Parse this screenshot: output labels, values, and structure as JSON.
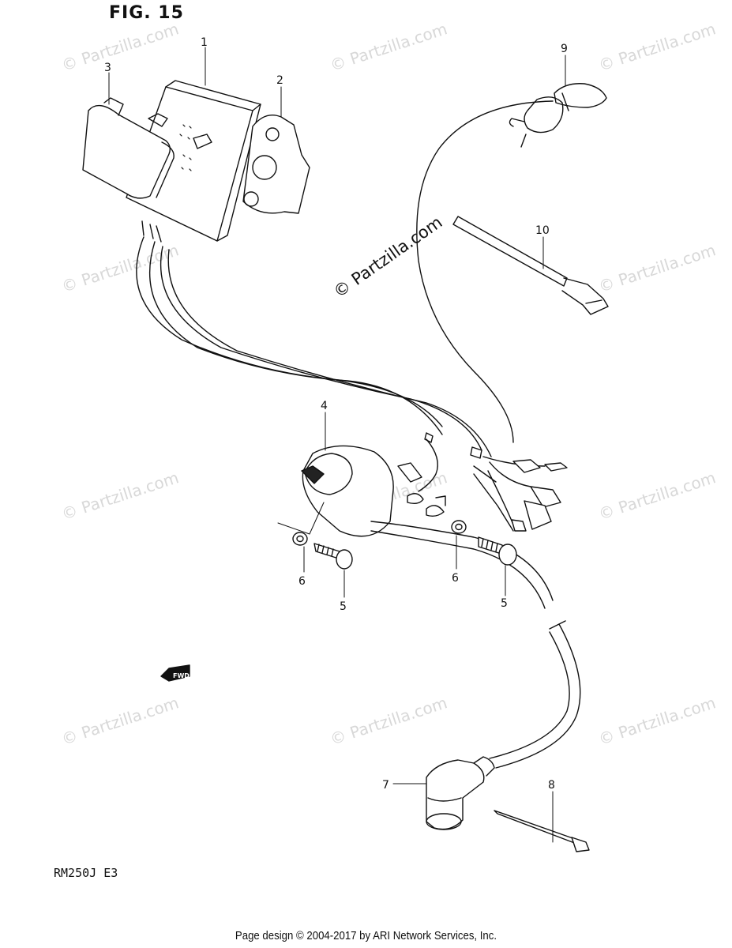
{
  "figure": {
    "title": "FIG. 15",
    "model_code": "RM250J E3",
    "footer": "Page design © 2004-2017 by ARI Network Services, Inc.",
    "watermark": "© Partzilla.com",
    "fwd_label": "FWD"
  },
  "callouts": [
    {
      "id": "c1",
      "label": "1"
    },
    {
      "id": "c2",
      "label": "2"
    },
    {
      "id": "c3",
      "label": "3"
    },
    {
      "id": "c4",
      "label": "4"
    },
    {
      "id": "c5a",
      "label": "5"
    },
    {
      "id": "c5b",
      "label": "5"
    },
    {
      "id": "c6a",
      "label": "6"
    },
    {
      "id": "c6b",
      "label": "6"
    },
    {
      "id": "c7",
      "label": "7"
    },
    {
      "id": "c8",
      "label": "8"
    },
    {
      "id": "c9",
      "label": "9"
    },
    {
      "id": "c10",
      "label": "10"
    }
  ],
  "colors": {
    "line": "#111111",
    "watermark": "#d8d8d8"
  }
}
